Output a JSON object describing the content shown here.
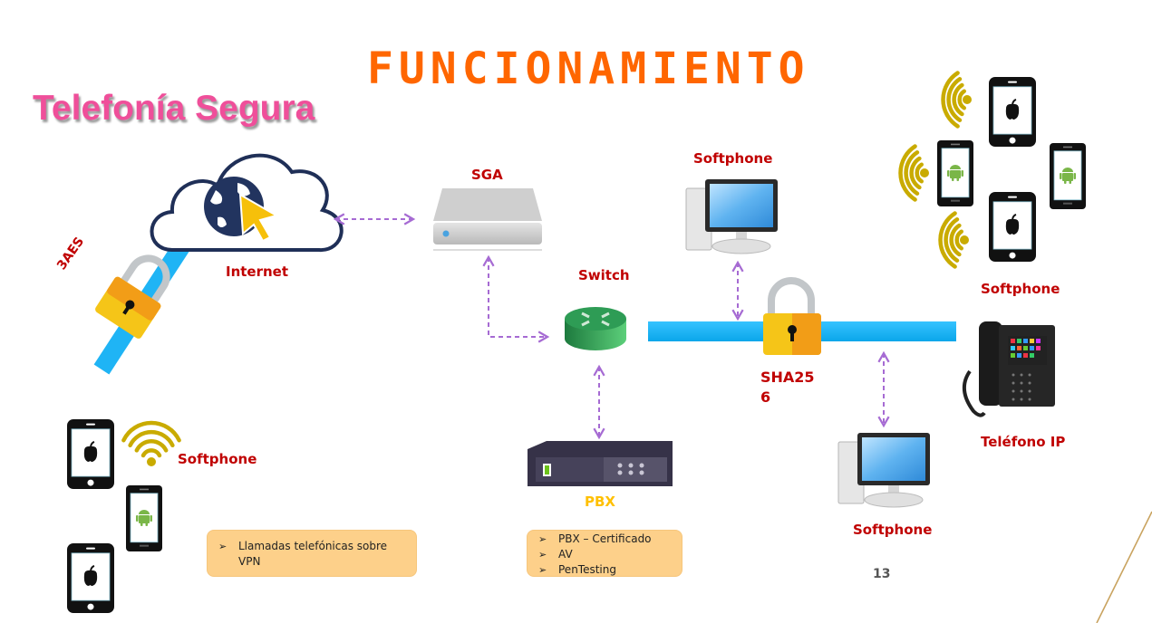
{
  "slide": {
    "title": "FUNCIONAMIENTO",
    "subtitle": "Telefonía Segura",
    "page_number": "13"
  },
  "nodes": {
    "internet": {
      "label": "Internet",
      "icon": "cloud-globe-icon"
    },
    "sga": {
      "label": "SGA",
      "icon": "server-appliance-icon"
    },
    "switch": {
      "label": "Switch",
      "icon": "router-switch-icon"
    },
    "pbx": {
      "label": "PBX",
      "icon": "pbx-box-icon"
    },
    "softphone_pc_top": {
      "label": "Softphone",
      "icon": "desktop-computer-icon"
    },
    "softphone_pc_bottom": {
      "label": "Softphone",
      "icon": "desktop-computer-icon"
    },
    "softphone_mobiles_right": {
      "label": "Softphone",
      "icon": "smartphones-wifi-icon"
    },
    "softphone_mobiles_left": {
      "label": "Softphone",
      "icon": "smartphones-wifi-icon"
    },
    "ip_phone": {
      "label": "Teléfono IP",
      "icon": "ip-desk-phone-icon"
    }
  },
  "encryption": {
    "tunnel_left": {
      "label": "3AES",
      "icon": "padlock-icon"
    },
    "tunnel_right": {
      "label_line1": "SHA25",
      "label_line2": "6",
      "icon": "padlock-icon"
    }
  },
  "notes": {
    "vpn": {
      "items": [
        "Llamadas telefónicas sobre VPN"
      ]
    },
    "pbx": {
      "items": [
        "PBX – Certificado",
        "AV",
        "PenTesting"
      ]
    }
  },
  "colors": {
    "title": "#ff6600",
    "subtitle": "#ef4f9a",
    "label": "#c00000",
    "pbx_label": "#ffc000",
    "connector": "#a66bd3",
    "tunnel": "#1fb4f5",
    "wifi": "#c9ab00",
    "note_bg": "#fdd08a"
  }
}
